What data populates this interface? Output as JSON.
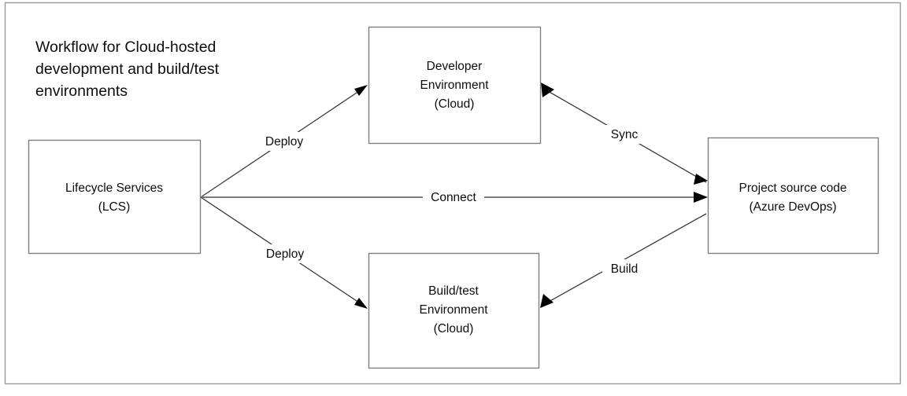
{
  "diagram": {
    "title_lines": [
      "Workflow for Cloud-hosted",
      "development and build/test",
      "environments"
    ],
    "background_color": "#ffffff",
    "border_color": "#9a9a9a",
    "text_color": "#0d0d0d",
    "box_border_color": "#7f7f7f",
    "connector_color": "#3a3a3a",
    "nodes": [
      {
        "id": "lcs",
        "lines": [
          "Lifecycle Services",
          "(LCS)"
        ]
      },
      {
        "id": "developer-environment",
        "lines": [
          "Developer",
          "Environment",
          "(Cloud)"
        ]
      },
      {
        "id": "build-test-environment",
        "lines": [
          "Build/test",
          "Environment",
          "(Cloud)"
        ]
      },
      {
        "id": "project-source-code",
        "lines": [
          "Project source code",
          "(Azure DevOps)"
        ]
      }
    ],
    "edges": [
      {
        "id": "deploy-developer",
        "label": "Deploy",
        "from": "lcs",
        "to": "developer-environment"
      },
      {
        "id": "connect",
        "label": "Connect",
        "from": "lcs",
        "to": "project-source-code"
      },
      {
        "id": "deploy-build-test",
        "label": "Deploy",
        "from": "lcs",
        "to": "build-test-environment"
      },
      {
        "id": "sync",
        "label": "Sync",
        "from": "project-source-code",
        "to": "developer-environment"
      },
      {
        "id": "build",
        "label": "Build",
        "from": "project-source-code",
        "to": "build-test-environment"
      }
    ]
  }
}
